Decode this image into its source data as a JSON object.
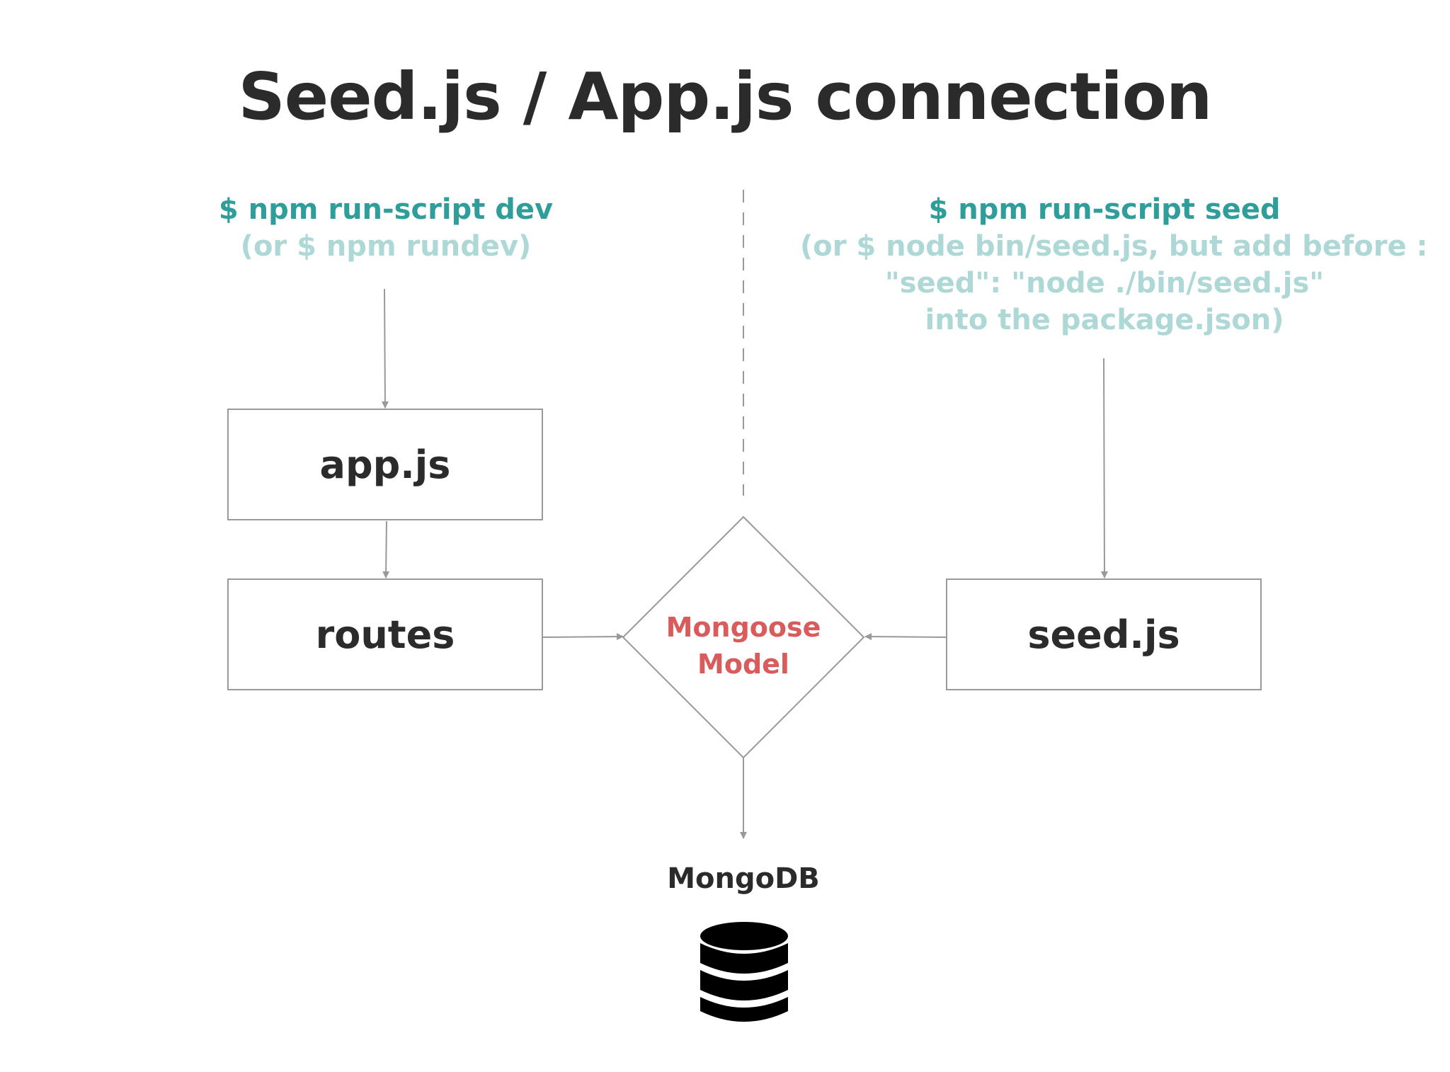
{
  "title": "Seed.js / App.js connection",
  "left_command": {
    "main": "$ npm run-script  dev",
    "alt": "(or $ npm rundev)"
  },
  "right_command": {
    "main": "$ npm run-script seed",
    "alt_lines": [
      "(or $ node bin/seed.js, but add before :",
      "\"seed\": \"node ./bin/seed.js\"",
      "into the package.json)"
    ]
  },
  "nodes": {
    "app": "app.js",
    "routes": "routes",
    "seed": "seed.js",
    "model_line1": "Mongoose",
    "model_line2": "Model",
    "db": "MongoDB"
  },
  "icons": {
    "database": "database-icon"
  },
  "colors": {
    "title": "#2b2b2b",
    "command_main": "#2f9e9a",
    "command_alt": "#aed8d6",
    "model_text": "#d95b5b",
    "connector": "#999999"
  }
}
